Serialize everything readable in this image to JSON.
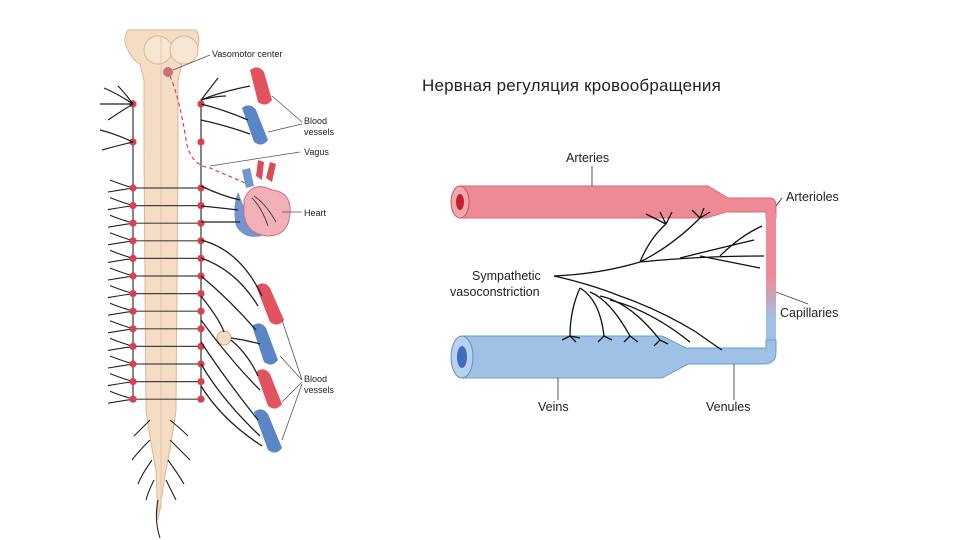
{
  "slide": {
    "title": "Нервная регуляция кровообращения"
  },
  "left_figure": {
    "labels": {
      "vasomotor": "Vasomotor center",
      "vessels_top_1": "Blood",
      "vessels_top_2": "vessels",
      "vagus": "Vagus",
      "heart": "Heart",
      "vessels_bottom_1": "Blood",
      "vessels_bottom_2": "vessels"
    }
  },
  "right_figure": {
    "labels": {
      "arteries": "Arteries",
      "arterioles": "Arterioles",
      "sympathetic_1": "Sympathetic",
      "sympathetic_2": "vasoconstriction",
      "capillaries": "Capillaries",
      "veins": "Veins",
      "venules": "Venules"
    }
  },
  "colors": {
    "artery": "#ee8a95",
    "vein": "#9fc1e6",
    "nerve_node": "#d9414f",
    "cord": "#f5dcc4"
  }
}
